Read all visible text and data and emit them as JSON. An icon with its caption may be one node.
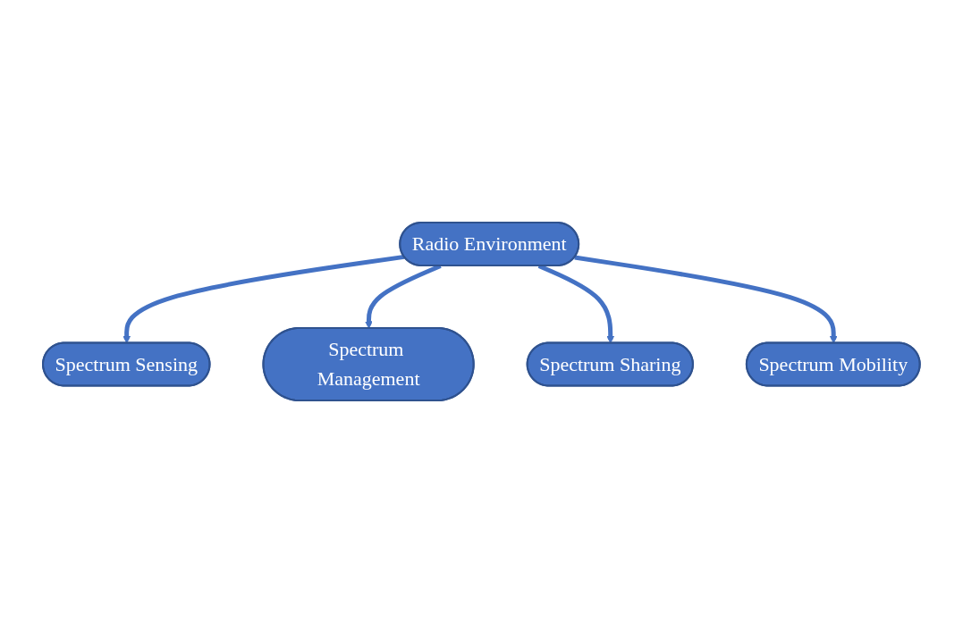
{
  "diagram": {
    "nodes": [
      {
        "text": [
          "Spectrum Sensing"
        ]
      },
      {
        "text": [
          "Spectrum Management"
        ]
      },
      {
        "text": [
          "Radio Environment"
        ]
      },
      {
        "text": [
          "Spectrum Sharing"
        ]
      },
      {
        "text": [
          "Spectrum Mobility"
        ]
      }
    ],
    "edges": [
      {
        "from": 2,
        "to": 0,
        "arrow": "to"
      },
      {
        "from": 2,
        "to": 1,
        "arrow": "to"
      },
      {
        "from": 2,
        "to": 3,
        "arrow": "to"
      },
      {
        "from": 2,
        "to": 4,
        "arrow": "to"
      }
    ]
  }
}
